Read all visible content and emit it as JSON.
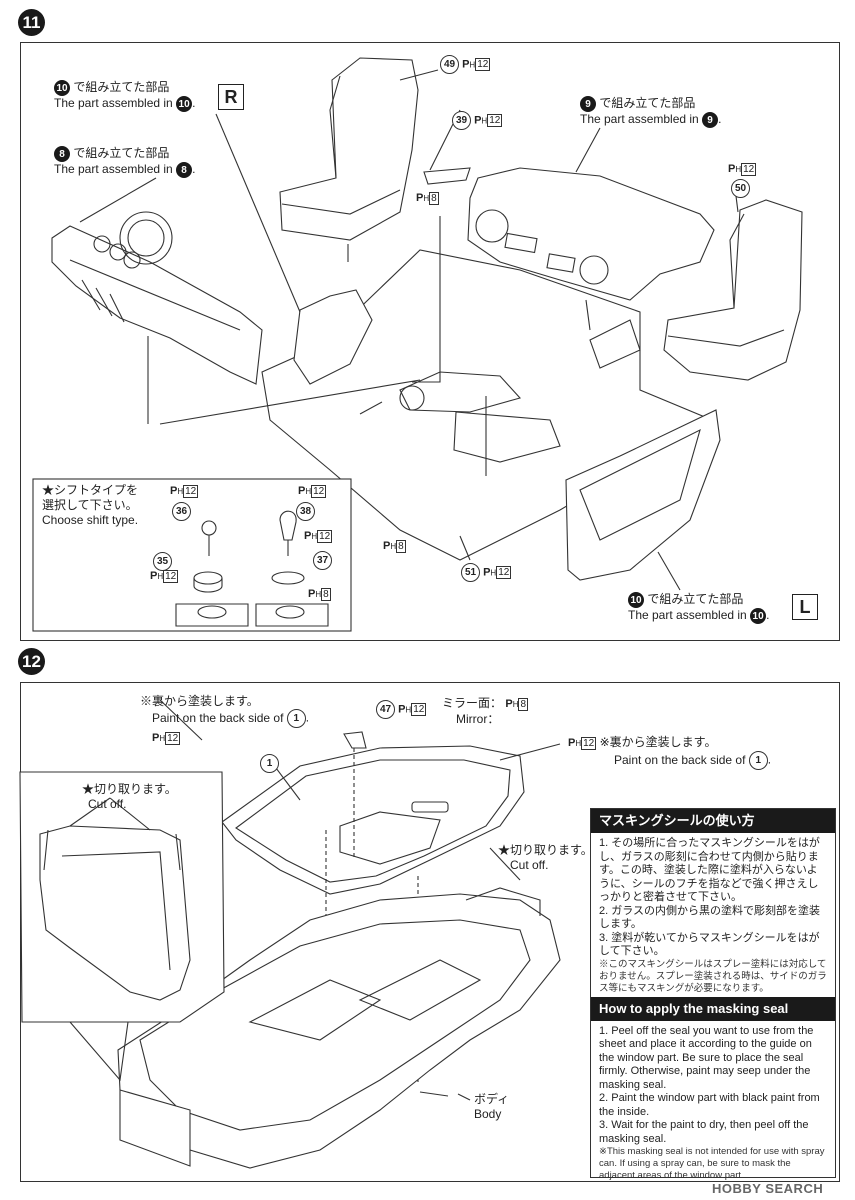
{
  "step11": {
    "number": "11",
    "callouts": {
      "assembled_r_jp": "で組み立てた部品",
      "assembled_r_en": "The part assembled in",
      "r_ref": "10",
      "r_box": "R",
      "assembled_8_jp": "で組み立てた部品",
      "assembled_8_en": "The part assembled in",
      "ref8": "8",
      "assembled_9_jp": "で組み立てた部品",
      "assembled_9_en": "The part assembled in",
      "ref9": "9",
      "assembled_l_jp": "で組み立てた部品",
      "assembled_l_en": "The part assembled in",
      "l_ref": "10",
      "l_box": "L"
    },
    "parts": {
      "p49": "49",
      "p39": "39",
      "p50": "50",
      "p51": "51",
      "p36": "36",
      "p35": "35",
      "p38": "38",
      "p37": "37"
    },
    "paint": {
      "ph": "P",
      "h": "H",
      "c12": "12",
      "c8": "8"
    },
    "shift": {
      "jp1": "★シフトタイプを",
      "jp2": "選択して下さい。",
      "en": "Choose shift type."
    }
  },
  "step12": {
    "number": "12",
    "back_paint_jp": "※裏から塗装します。",
    "back_paint_en": "Paint on the back side of",
    "back_ref": "1",
    "mirror_jp": "ミラー面：",
    "mirror_en": "Mirror：",
    "part47": "47",
    "part1": "1",
    "back_paint2_jp": "※裏から塗装します。",
    "back_paint2_en": "Paint on the back side of",
    "cutoff_jp": "★切り取ります。",
    "cutoff_en": "Cut off.",
    "cutoff2_jp": "★切り取ります。",
    "cutoff2_en": "Cut off.",
    "body_jp": "ボディ",
    "body_en": "Body"
  },
  "masking": {
    "title_jp": "マスキングシールの使い方",
    "steps_jp": [
      "1. その場所に合ったマスキングシールをはがし、ガラスの彫刻に合わせて内側から貼ります。この時、塗装した際に塗料が入らないように、シールのフチを指などで強く押さえしっかりと密着させて下さい。",
      "2. ガラスの内側から黒の塗料で彫刻部を塗装します。",
      "3. 塗料が乾いてからマスキングシールをはがして下さい。"
    ],
    "note_jp": "※このマスキングシールはスプレー塗料には対応しておりません。スプレー塗装される時は、サイドのガラス等にもマスキングが必要になります。",
    "title_en": "How to apply the masking seal",
    "steps_en": [
      "1. Peel off the seal you want to use from the sheet and place it according to the guide on the window part. Be sure to place the seal firmly. Otherwise, paint may seep under the masking seal.",
      "2. Paint the window part with black paint from the inside.",
      "3. Wait for the paint to dry, then peel off the masking seal."
    ],
    "note_en": "※This masking seal is not intended for use with spray can. If using a spray can, be sure to mask the adjacent areas of the window part."
  },
  "watermark": "HOBBY SEARCH"
}
